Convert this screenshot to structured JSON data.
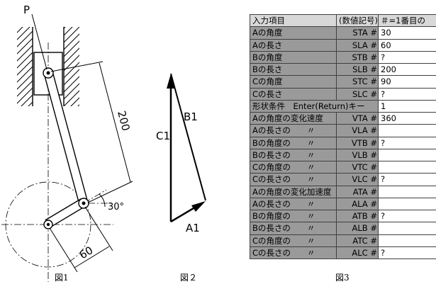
{
  "figure1": {
    "point_label": "P",
    "dim_200": "200",
    "dim_60": "60",
    "angle_30": "30°",
    "caption": "図1"
  },
  "figure2": {
    "label_c1": "C1",
    "label_b1": "B1",
    "label_a1": "A1",
    "caption": "図２"
  },
  "figure3": {
    "caption": "図3",
    "header": {
      "item": "入力項目",
      "symbol": "(数値記号)",
      "value": "＃=1番目の"
    },
    "rows": [
      {
        "label": "Aの角度",
        "code": "STA",
        "value": "30"
      },
      {
        "label": "Aの長さ",
        "code": "SLA",
        "value": "60"
      },
      {
        "label": "Bの角度",
        "code": "STB",
        "value": "?"
      },
      {
        "label": "Bの長さ",
        "code": "SLB",
        "value": "200"
      },
      {
        "label": "Cの角度",
        "code": "STC",
        "value": "90"
      },
      {
        "label": "Cの長さ",
        "code": "SLC",
        "value": "?"
      },
      {
        "label": "形状条件　Enter(Return)キー",
        "code": "",
        "value": "1"
      },
      {
        "label": "Aの角度の変化速度",
        "code": "VTA",
        "value": "360"
      },
      {
        "label": "Aの長さの　　〃",
        "code": "VLA",
        "value": ""
      },
      {
        "label": "Bの角度の　　〃",
        "code": "VTB",
        "value": "?"
      },
      {
        "label": "Bの長さの　　〃",
        "code": "VLB",
        "value": ""
      },
      {
        "label": "Cの角度の　　〃",
        "code": "VTC",
        "value": ""
      },
      {
        "label": "Cの長さの　　〃",
        "code": "VLC",
        "value": "?"
      },
      {
        "label": "Aの角度の変化加速度",
        "code": "ATA",
        "value": ""
      },
      {
        "label": "Aの長さの　　〃",
        "code": "ALA",
        "value": ""
      },
      {
        "label": "Bの角度の　　〃",
        "code": "ATB",
        "value": "?"
      },
      {
        "label": "Bの長さの　　〃",
        "code": "ALB",
        "value": ""
      },
      {
        "label": "Cの角度の　　〃",
        "code": "ATC",
        "value": ""
      },
      {
        "label": "Cの長さの　　〃",
        "code": "ALC",
        "value": "?"
      }
    ]
  }
}
